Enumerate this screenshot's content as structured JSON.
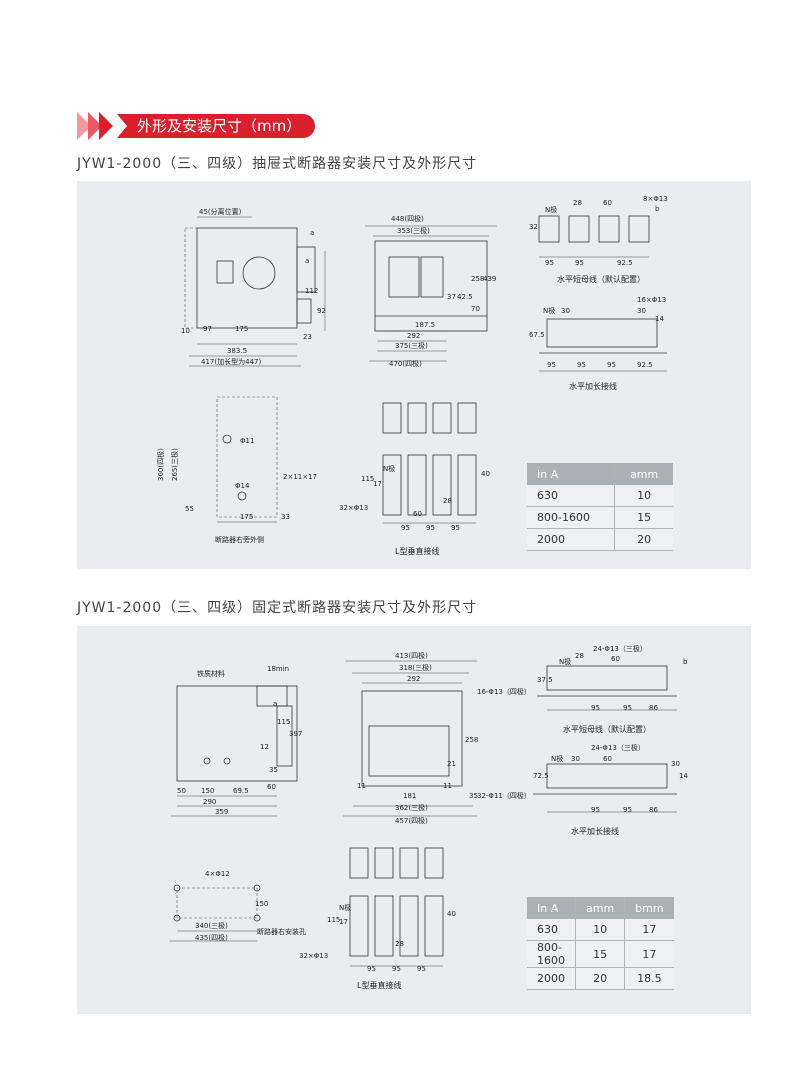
{
  "header": {
    "title": "外形及安装尺寸（mm）"
  },
  "section1": {
    "title": "JYW1-2000（三、四级）抽屉式断路器安装尺寸及外形尺寸",
    "dims_side": [
      "45(分离位置)",
      "a",
      "a",
      "112",
      "92",
      "23",
      "10",
      "97",
      "175",
      "383.5",
      "417(加长型为447)"
    ],
    "dims_front": [
      "448(四极)",
      "353(三极)",
      "258",
      "439",
      "37",
      "42.5",
      "70",
      "187.5",
      "292",
      "375(三极)",
      "470(四极)"
    ],
    "dims_busbar": [
      "N极",
      "28",
      "60",
      "8×Φ13",
      "b",
      "32",
      "95",
      "95",
      "92.5"
    ],
    "cap_busbar": "水平短母线（默认配置）",
    "dims_ext": [
      "N极",
      "30",
      "16×Φ13",
      "30",
      "14",
      "67.5",
      "95",
      "95",
      "95",
      "92.5"
    ],
    "cap_ext": "水平加长接线",
    "dims_mount": [
      "Φ11",
      "360(四极)",
      "265(三极)",
      "2×11×17",
      "Φ14",
      "55",
      "175",
      "33"
    ],
    "cap_mount": "断路器右旁外侧",
    "dims_vert": [
      "N极",
      "115",
      "17",
      "40",
      "28",
      "60",
      "32×Φ13",
      "95",
      "95",
      "95"
    ],
    "cap_vert": "L型垂直接线",
    "table": {
      "headers": [
        "In A",
        "amm"
      ],
      "rows": [
        [
          "630",
          "10"
        ],
        [
          "800-1600",
          "15"
        ],
        [
          "2000",
          "20"
        ]
      ]
    }
  },
  "section2": {
    "title": "JYW1-2000（三、四级）固定式断路器安装尺寸及外形尺寸",
    "dims_side": [
      "铁质材料",
      "18min",
      "a",
      "115",
      "397",
      "12",
      "35",
      "60",
      "50",
      "150",
      "69.5",
      "290",
      "359"
    ],
    "dims_front": [
      "413(四极)",
      "318(三极)",
      "292",
      "258",
      "21",
      "11",
      "11",
      "181",
      "35",
      "362(三极)",
      "457(四极)"
    ],
    "dims_busbar": [
      "N极",
      "28",
      "24-Φ13（三极）",
      "60",
      "b",
      "37.5",
      "16-Φ13（四极）",
      "95",
      "95",
      "86"
    ],
    "cap_busbar": "水平短母线（默认配置）",
    "dims_ext": [
      "N极",
      "30",
      "24-Φ13（三极）",
      "60",
      "30",
      "14",
      "72.5",
      "32-Φ11（四极）",
      "95",
      "95",
      "86"
    ],
    "cap_ext": "水平加长接线",
    "dims_mount": [
      "4×Φ12",
      "150",
      "340(三极)",
      "435(四极)",
      "断路器右安装孔"
    ],
    "dims_vert": [
      "N极",
      "115",
      "17",
      "40",
      "28",
      "32×Φ13",
      "95",
      "95",
      "95"
    ],
    "cap_vert": "L型垂直接线",
    "table": {
      "headers": [
        "In A",
        "amm",
        "bmm"
      ],
      "rows": [
        [
          "630",
          "10",
          "17"
        ],
        [
          "800-1600",
          "15",
          "17"
        ],
        [
          "2000",
          "20",
          "18.5"
        ]
      ]
    }
  },
  "colors": {
    "accent": "#d9202c",
    "panel": "#e9edf0",
    "table_header": "#a9b0b6"
  }
}
